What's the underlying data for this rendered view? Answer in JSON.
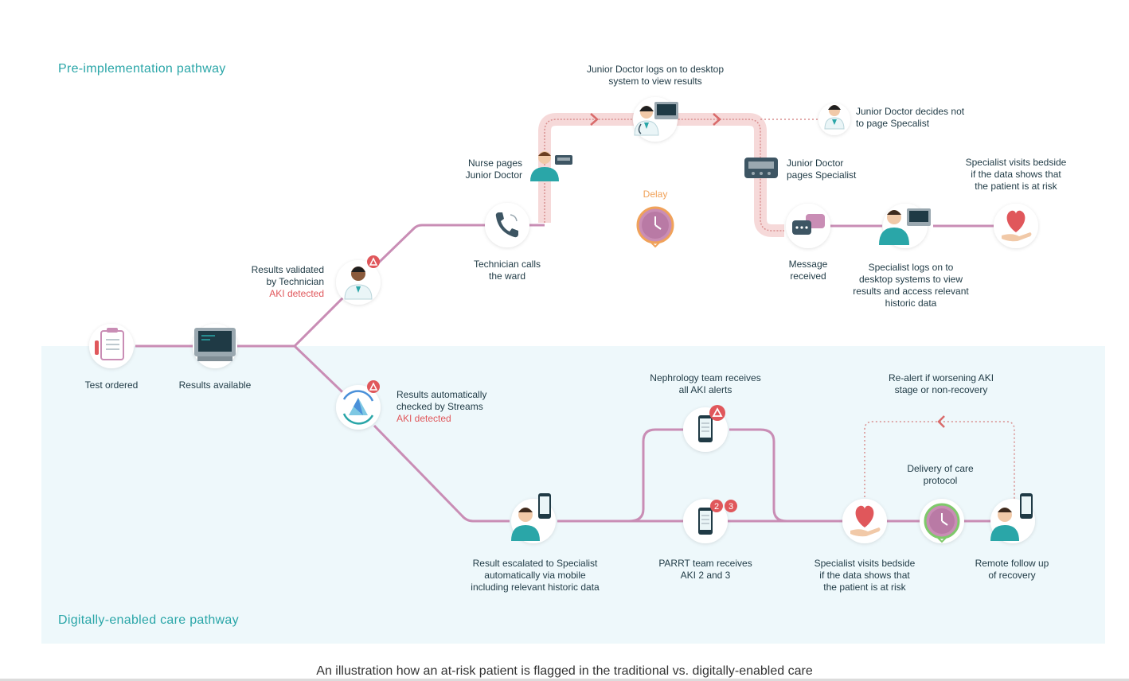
{
  "titles": {
    "pre": "Pre-implementation pathway",
    "digital": "Digitally-enabled care pathway"
  },
  "caption": "An illustration how an at-risk patient is flagged in the traditional vs. digitally-enabled care",
  "colors": {
    "path_line": "#c98db5",
    "delay_path": "#f6d9d9",
    "alert": "#e0575b",
    "title": "#2aa6a8",
    "panel_bg": "#eef8fb"
  },
  "shared": {
    "test_ordered": "Test ordered",
    "results_available": "Results available"
  },
  "pre": {
    "validated_l1": "Results validated",
    "validated_l2": "by Technician",
    "validated_alert": "AKI detected",
    "tech_calls_l1": "Technician calls",
    "tech_calls_l2": "the ward",
    "nurse_l1": "Nurse pages",
    "nurse_l2": "Junior Doctor",
    "jd_logs_l1": "Junior Doctor logs on to desktop",
    "jd_logs_l2": "system to view results",
    "delay": "Delay",
    "jd_decides_l1": "Junior Doctor decides not",
    "jd_decides_l2": "to page Specalist",
    "jd_pages_l1": "Junior Doctor",
    "jd_pages_l2": "pages Specialist",
    "message_l1": "Message",
    "message_l2": "received",
    "spec_logs_l1": "Specialist logs on to",
    "spec_logs_l2": "desktop systems to view",
    "spec_logs_l3": "results and access relevant",
    "spec_logs_l4": "historic data",
    "spec_visits_l1": "Specialist visits bedside",
    "spec_visits_l2": "if the data shows that",
    "spec_visits_l3": "the patient is at risk"
  },
  "digital": {
    "auto_l1": "Results automatically",
    "auto_l2": "checked by Streams",
    "auto_alert": "AKI detected",
    "escalated_l1": "Result escalated to Specialist",
    "escalated_l2": "automatically via mobile",
    "escalated_l3": "including relevant historic data",
    "nephro_l1": "Nephrology team receives",
    "nephro_l2": "all AKI alerts",
    "parrt_l1": "PARRT team receives",
    "parrt_l2": "AKI 2 and 3",
    "badge_2": "2",
    "badge_3": "3",
    "spec_visits_l1": "Specialist visits bedside",
    "spec_visits_l2": "if the data shows that",
    "spec_visits_l3": "the patient is at risk",
    "delivery_l1": "Delivery of care",
    "delivery_l2": "protocol",
    "realert_l1": "Re-alert if worsening AKI",
    "realert_l2": "stage or non-recovery",
    "remote_l1": "Remote follow up",
    "remote_l2": "of recovery"
  }
}
